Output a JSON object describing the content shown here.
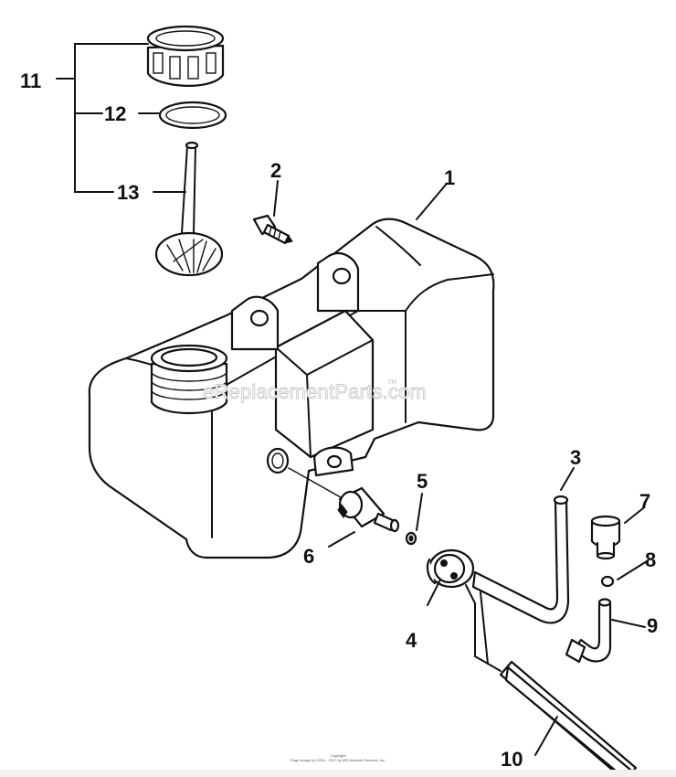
{
  "diagram": {
    "watermark": "eReplacementParts.com",
    "watermark_tm": "TM",
    "copyright_line1": "Copyright",
    "copyright_line2": "Page design (c) 2004 - 2017 by ARI Network Services, Inc.",
    "callouts": {
      "p1": "1",
      "p2": "2",
      "p3": "3",
      "p4": "4",
      "p5": "5",
      "p6": "6",
      "p7": "7",
      "p8": "8",
      "p9": "9",
      "p10": "10",
      "p11": "11",
      "p12": "12",
      "p13": "13"
    }
  }
}
